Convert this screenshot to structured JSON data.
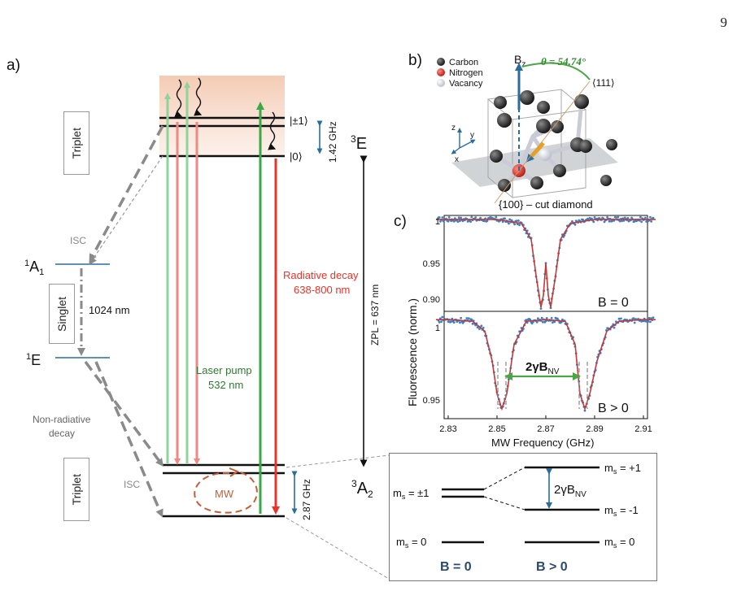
{
  "page_number": "9",
  "panel_a": {
    "label": "a)",
    "triplet_top": "Triplet",
    "singlet": "Singlet",
    "triplet_bottom": "Triplet",
    "isc_top": "ISC",
    "isc_bottom": "ISC",
    "state_1A1": "A",
    "state_1A1_sup": "1",
    "state_1A1_sub": "1",
    "state_1E": "E",
    "state_1E_sup": "1",
    "wavelength_1024": "1024 nm",
    "nonradiative_line1": "Non-radiative",
    "nonradiative_line2": "decay",
    "level_pm1": "|±1⟩",
    "level_0": "|0⟩",
    "splitting_excited": "1.42 GHz",
    "splitting_ground": "2.87 GHz",
    "state_3E": "E",
    "state_3E_sup": "3",
    "state_3A2": "A",
    "state_3A2_sup": "3",
    "state_3A2_sub": "2",
    "zpl": "ZPL = 637 nm",
    "radiative_line1": "Radiative decay",
    "radiative_line2": "638-800 nm",
    "laser_line1": "Laser pump",
    "laser_line2": "532 nm",
    "mw": "MW"
  },
  "panel_b": {
    "label": "b)",
    "legend": [
      "Carbon",
      "Nitrogen",
      "Vacancy"
    ],
    "bfield": "B",
    "bfield_sub": "z",
    "theta": "θ = 54.74°",
    "direction": "⟨111⟩",
    "axis_z": "z",
    "axis_y": "y",
    "axis_x": "x",
    "caption": "{100} – cut diamond"
  },
  "panel_c": {
    "label": "c)",
    "ylabel": "Fluorescence (norm.)",
    "xlabel": "MW Frequency (GHz)",
    "legend_top": "B = 0",
    "legend_bottom": "B > 0",
    "annotation": "2γB",
    "annotation_sub": "NV",
    "top_yticks": [
      "1",
      "0.95",
      "0.90"
    ],
    "bottom_yticks": [
      "1",
      "0.95"
    ],
    "xticks": [
      "2.83",
      "2.85",
      "2.87",
      "2.89",
      "2.91"
    ]
  },
  "panel_inset": {
    "ms_pm1_left": "m",
    "ms_pm1_left_rest": " = ±1",
    "ms_0_left_rest": " = 0",
    "ms_p1_rest": " = +1",
    "ms_m1_rest": " = -1",
    "ms_0_right_rest": " = 0",
    "ms_sub": "s",
    "splitting": "2γB",
    "splitting_sub": "NV",
    "label_b0": "B = 0",
    "label_bgt0": "B > 0"
  },
  "chart_data": [
    {
      "type": "line",
      "title": "",
      "xlabel": "MW Frequency (GHz)",
      "ylabel": "Fluorescence (norm.)",
      "xlim": [
        2.825,
        2.915
      ],
      "ylim": [
        0.885,
        1.005
      ],
      "legend": "B = 0",
      "series": [
        {
          "name": "",
          "x": [
            2.83,
            2.85,
            2.86,
            2.864,
            2.866,
            2.868,
            2.869,
            2.87,
            2.871,
            2.872,
            2.874,
            2.876,
            2.88,
            2.89,
            2.91
          ],
          "values": [
            1.0,
            1.0,
            0.995,
            0.975,
            0.93,
            0.89,
            0.905,
            0.945,
            0.905,
            0.89,
            0.93,
            0.975,
            0.995,
            1.0,
            1.0
          ]
        }
      ]
    },
    {
      "type": "line",
      "title": "",
      "xlabel": "MW Frequency (GHz)",
      "ylabel": "Fluorescence (norm.)",
      "xlim": [
        2.825,
        2.915
      ],
      "ylim": [
        0.94,
        1.005
      ],
      "legend": "B > 0",
      "series": [
        {
          "name": "",
          "x": [
            2.83,
            2.84,
            2.845,
            2.848,
            2.85,
            2.852,
            2.854,
            2.857,
            2.862,
            2.87,
            2.878,
            2.882,
            2.884,
            2.886,
            2.888,
            2.891,
            2.895,
            2.9,
            2.91
          ],
          "values": [
            1.0,
            0.999,
            0.993,
            0.975,
            0.955,
            0.946,
            0.955,
            0.985,
            0.999,
            1.0,
            0.999,
            0.985,
            0.955,
            0.946,
            0.955,
            0.975,
            0.993,
            0.999,
            1.0
          ]
        }
      ]
    }
  ]
}
